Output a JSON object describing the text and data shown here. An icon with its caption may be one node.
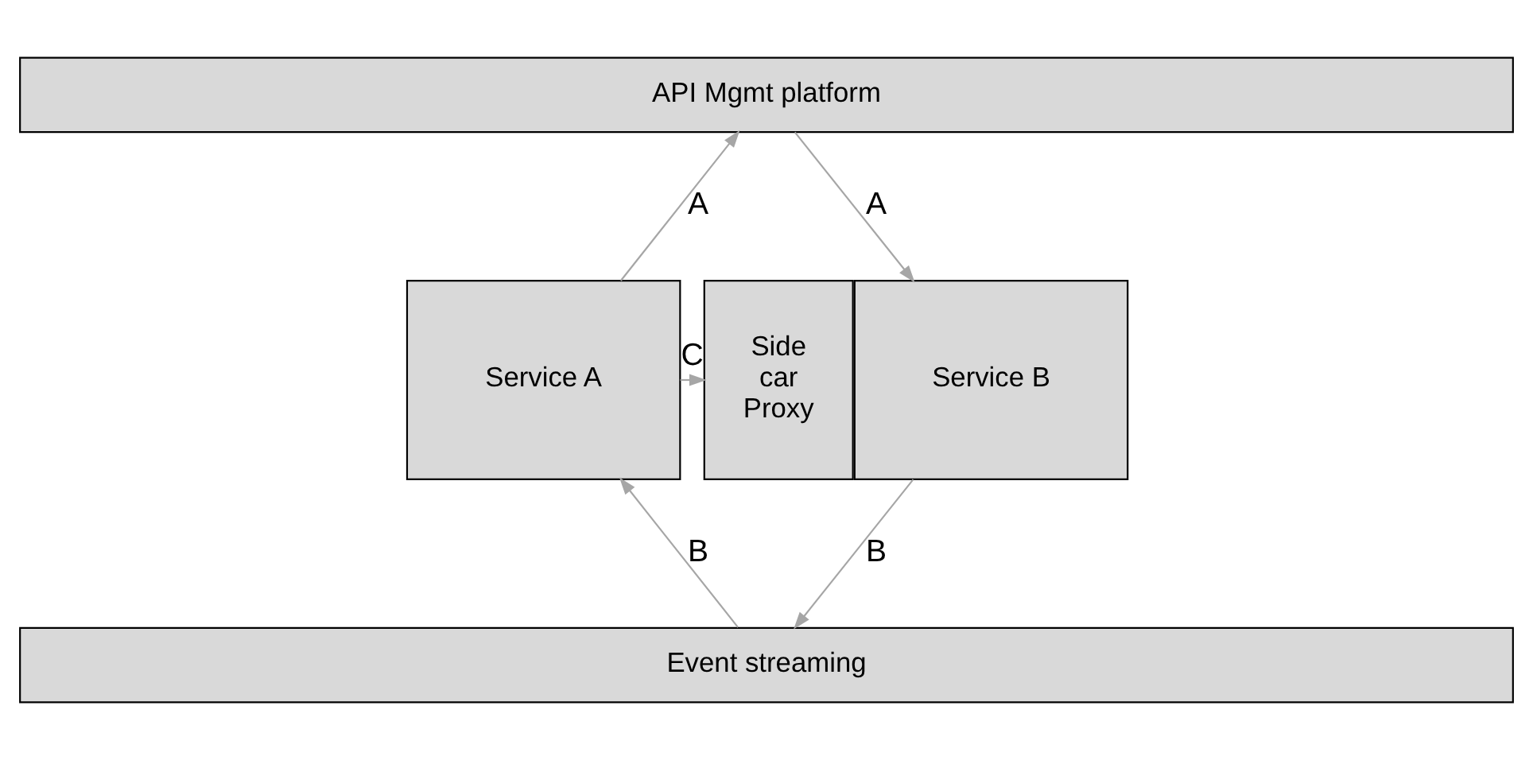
{
  "diagram": {
    "nodes": [
      {
        "text": [
          "API Mgmt platform"
        ]
      },
      {
        "text": [
          "Service A"
        ]
      },
      {
        "text": [
          "Side car Proxy"
        ]
      },
      {
        "text": [
          "Service B"
        ]
      },
      {
        "text": [
          "Event streaming"
        ]
      }
    ],
    "edges": [
      {
        "from": 1,
        "to": 0,
        "arrow": "to",
        "label": "A"
      },
      {
        "from": 0,
        "to": 3,
        "arrow": "to",
        "label": "A"
      },
      {
        "from": 1,
        "to": 2,
        "arrow": "to",
        "label": "C"
      },
      {
        "from": 4,
        "to": 1,
        "arrow": "to",
        "label": "B"
      },
      {
        "from": 3,
        "to": 4,
        "arrow": "to",
        "label": "B"
      }
    ]
  }
}
